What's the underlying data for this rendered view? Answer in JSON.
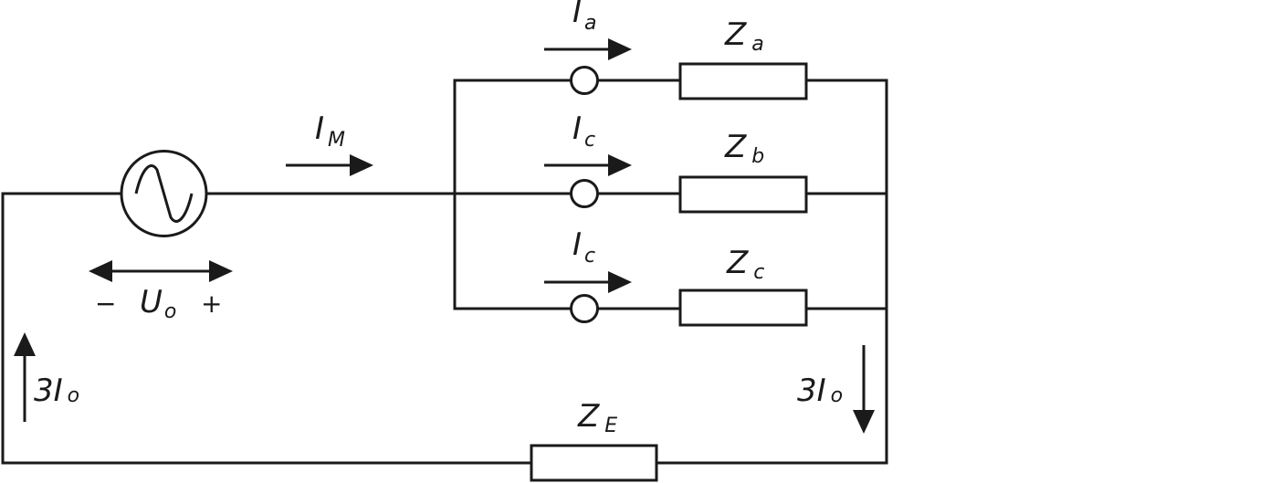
{
  "source": {
    "polarity_minus": "−",
    "label_main": "U",
    "label_sub": "o",
    "polarity_plus": "+"
  },
  "currents": {
    "main": {
      "main": "I",
      "sub": "M"
    },
    "branch_a": {
      "main": "I",
      "sub": "a"
    },
    "branch_b": {
      "main": "I",
      "sub": "c"
    },
    "branch_c": {
      "main": "I",
      "sub": "c"
    },
    "return_left": {
      "main": "3I",
      "sub": "o"
    },
    "return_right": {
      "main": "3I",
      "sub": "o"
    }
  },
  "impedances": {
    "za": {
      "main": "Z",
      "sub": "a"
    },
    "zb": {
      "main": "Z",
      "sub": "b"
    },
    "zc": {
      "main": "Z",
      "sub": "c"
    },
    "ze": {
      "main": "Z",
      "sub": "E"
    }
  },
  "colors": {
    "ink": "#1a1a1a",
    "background": "#ffffff"
  }
}
